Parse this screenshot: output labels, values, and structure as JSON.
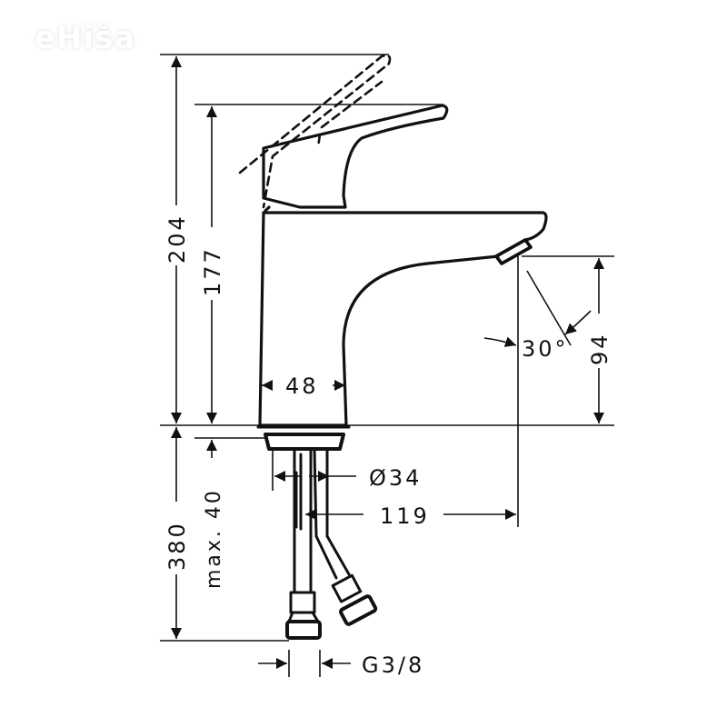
{
  "watermark": {
    "text": "eHiša"
  },
  "drawing": {
    "subject": "single-lever basin mixer faucet side elevation",
    "line_color": "#111111",
    "background": "#ffffff"
  },
  "dimensions": {
    "total_height_lever_open": "204",
    "total_height": "177",
    "body_width": "48",
    "spout_height": "94",
    "spout_angle": "30°",
    "deck_thickness_max": "max. 40",
    "hose_length": "380",
    "mounting_hole": "Ø34",
    "spout_reach": "119",
    "thread_size": "G3/8"
  }
}
